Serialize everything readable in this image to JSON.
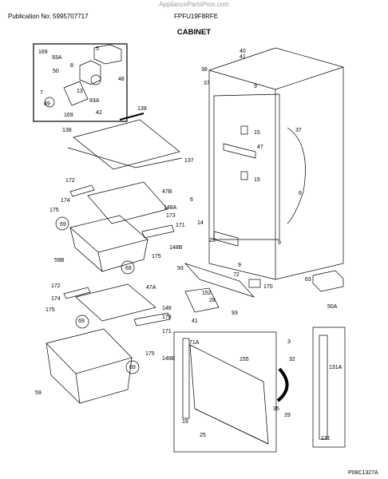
{
  "watermark": "AppliancePartsPros.com",
  "publication": "Publication No: 5995707717",
  "model": "FPFU19F8RFE",
  "title": "CABINET",
  "diagram_code": "P08C1327A",
  "callouts": {
    "c1": "169",
    "c2": "93A",
    "c3": "5",
    "c4": "8",
    "c5": "50",
    "c6": "48",
    "c7": "13",
    "c8": "7",
    "c9": "49",
    "c10": "93A",
    "c11": "169",
    "c12": "139",
    "c13": "42",
    "c14": "138",
    "c15": "137",
    "c16": "40",
    "c17": "41",
    "c18": "38",
    "c19": "37",
    "c20": "9",
    "c21": "15",
    "c22": "37",
    "c23": "47",
    "c24": "15",
    "c25": "6",
    "c26": "6",
    "c27": "172",
    "c28": "47B",
    "c29": "174",
    "c30": "148A",
    "c31": "175",
    "c32": "173",
    "c33": "69",
    "c34": "171",
    "c35": "59B",
    "c36": "148B",
    "c37": "175",
    "c38": "69",
    "c39": "14",
    "c40": "28",
    "c41": "9",
    "c42": "9",
    "c43": "93",
    "c44": "72",
    "c45": "170",
    "c46": "152",
    "c47": "28",
    "c48": "41",
    "c49": "93",
    "c50": "63",
    "c51": "50A",
    "c52": "172",
    "c53": "174",
    "c54": "47A",
    "c55": "175",
    "c56": "148",
    "c57": "173",
    "c58": "171",
    "c59": "69",
    "c60": "175",
    "c61": "148B",
    "c62": "59",
    "c63": "69",
    "c64": "71A",
    "c65": "155",
    "c66": "3",
    "c67": "32",
    "c68": "131A",
    "c69": "19",
    "c70": "35",
    "c71": "29",
    "c72": "25",
    "c73": "131"
  }
}
